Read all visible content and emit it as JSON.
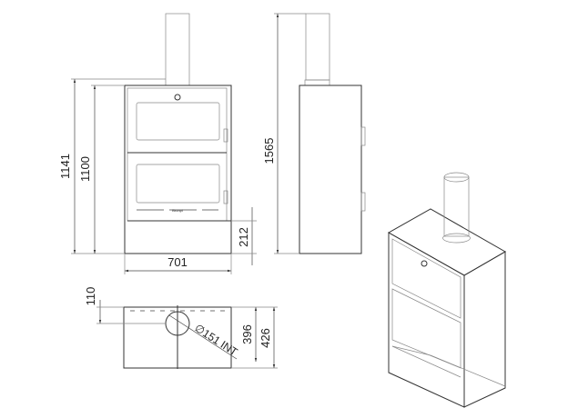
{
  "front_view": {
    "height_total": "1141",
    "height_body": "1100",
    "base_height": "212",
    "width": "701",
    "logo": "Bronpi"
  },
  "side_view": {
    "height_with_flue": "1565"
  },
  "top_view": {
    "flue_offset": "110",
    "flue_diameter": "∅151 INT",
    "depth_inner": "396",
    "depth_total": "426"
  }
}
